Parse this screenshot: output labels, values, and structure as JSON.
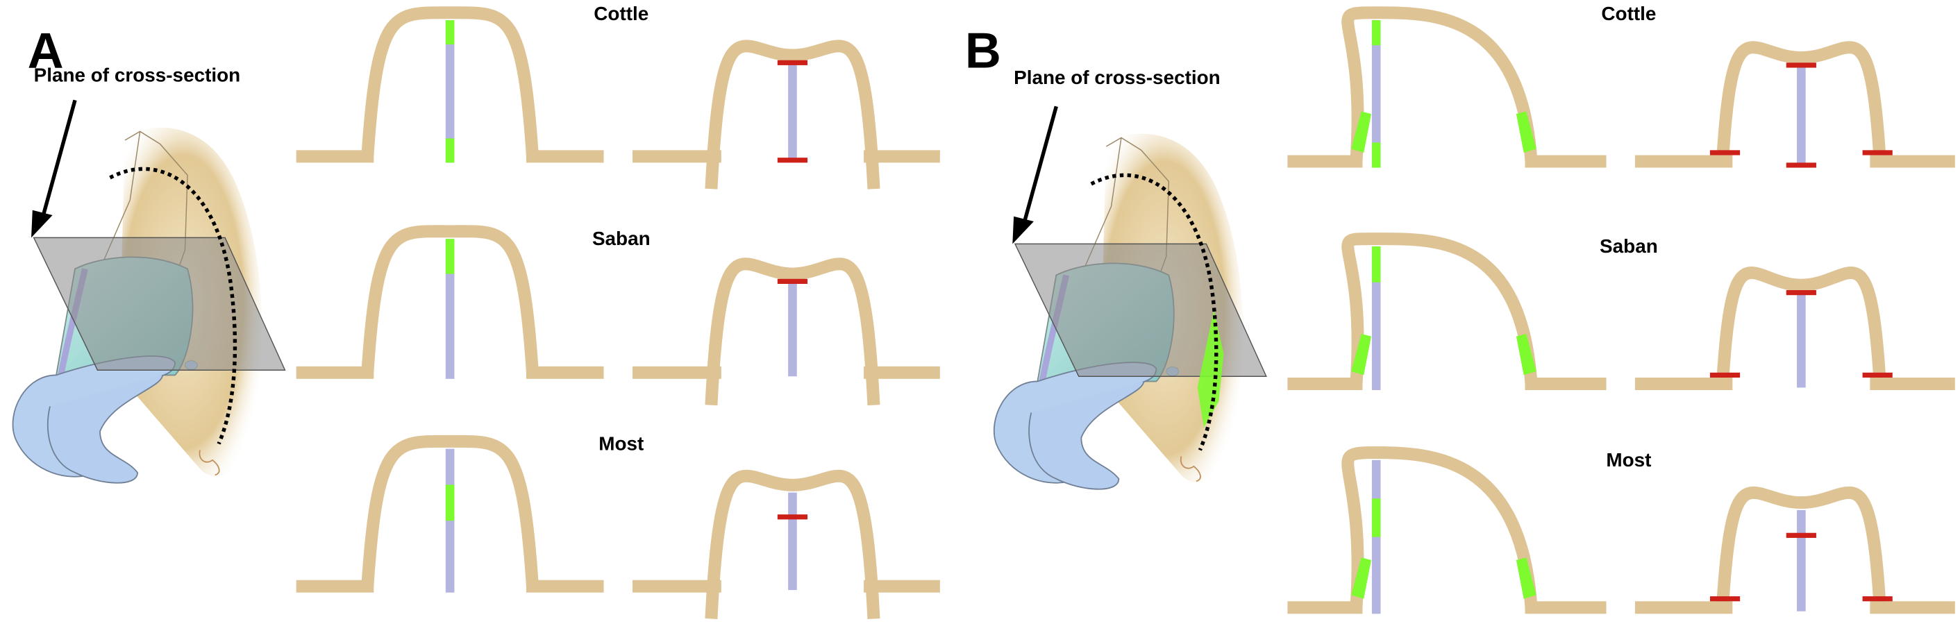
{
  "figure": {
    "panels": [
      {
        "letter": "A",
        "plane_label": "Plane of cross-section",
        "rows": [
          {
            "technique": "Cottle",
            "preserved_septum_segments": [
              [
                0.0,
                0.17
              ],
              [
                0.83,
                1.0
              ]
            ],
            "cut_marks": [
              0.0,
              1.0
            ],
            "lateral_green": false,
            "lateral_cuts": false
          },
          {
            "technique": "Saban",
            "preserved_septum_segments": [
              [
                0.0,
                0.25
              ]
            ],
            "cut_marks": [
              0.0
            ],
            "lateral_green": false,
            "lateral_cuts": false
          },
          {
            "technique": "Most",
            "preserved_septum_segments": [
              [
                0.25,
                0.5
              ]
            ],
            "cut_marks": [
              0.25
            ],
            "lateral_green": false,
            "lateral_cuts": false
          }
        ]
      },
      {
        "letter": "B",
        "plane_label": "Plane of cross-section",
        "rows": [
          {
            "technique": "Cottle",
            "preserved_septum_segments": [
              [
                0.0,
                0.17
              ],
              [
                0.83,
                1.0
              ]
            ],
            "cut_marks": [
              0.0,
              1.0
            ],
            "lateral_green": true,
            "lateral_cuts": true
          },
          {
            "technique": "Saban",
            "preserved_septum_segments": [
              [
                0.0,
                0.25
              ]
            ],
            "cut_marks": [
              0.0
            ],
            "lateral_green": true,
            "lateral_cuts": true
          },
          {
            "technique": "Most",
            "preserved_septum_segments": [
              [
                0.25,
                0.5
              ]
            ],
            "cut_marks": [
              0.25
            ],
            "lateral_green": true,
            "lateral_cuts": true
          }
        ]
      }
    ],
    "colors": {
      "cartilage": "#dec395",
      "septum": "#b3b4e0",
      "preserved": "#7dfb2e",
      "cut": "#cc2019",
      "plane": "#8a8a8a",
      "text": "#000000"
    }
  }
}
